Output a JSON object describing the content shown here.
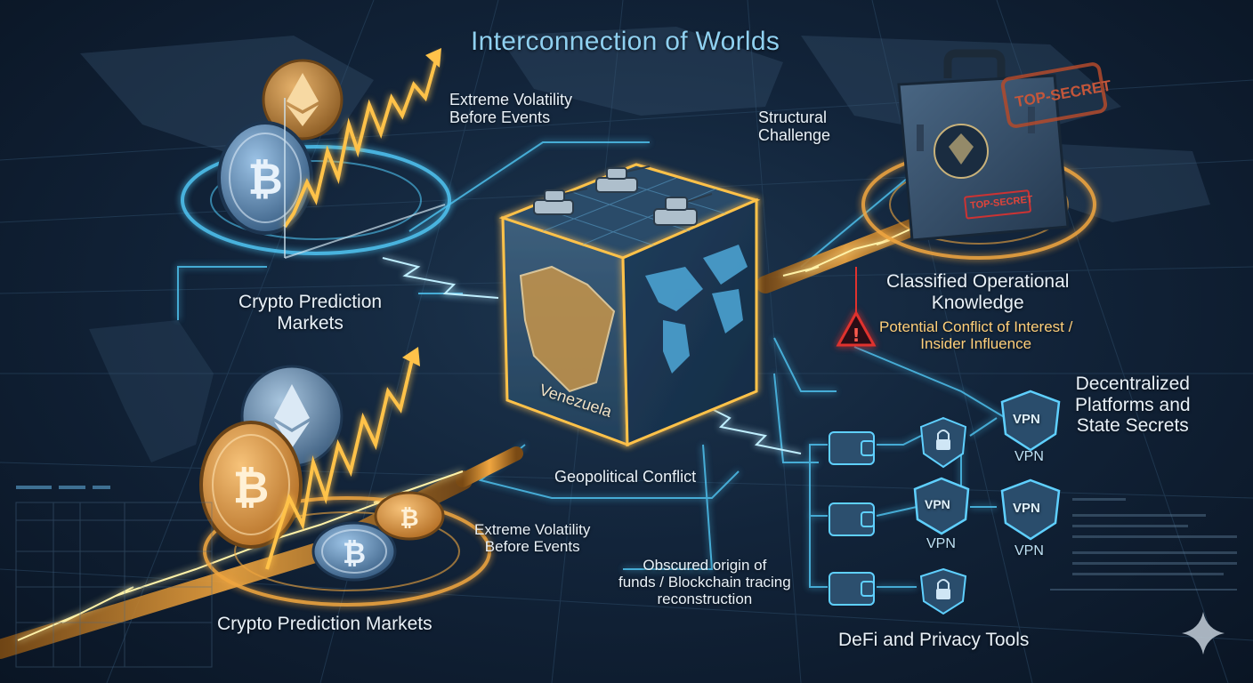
{
  "title": "Interconnection of Worlds",
  "labels": {
    "volatility_top": "Extreme Volatility\nBefore Events",
    "structural": "Structural\nChallenge",
    "crypto_top": "Crypto Prediction\nMarkets",
    "classified": "Classified Operational\nKnowledge",
    "conflict_interest": "Potential Conflict of Interest /\nInsider Influence",
    "decentralized": "Decentralized\nPlatforms and\nState Secrets",
    "venezuela": "Venezuela",
    "geopolitical": "Geopolitical Conflict",
    "volatility_bottom": "Extreme Volatility\nBefore Events",
    "obscured": "Obscured origin of\nfunds / Blockchain tracing\nreconstruction",
    "crypto_bottom": "Crypto Prediction Markets",
    "defi": "DeFi and Privacy Tools",
    "vpn": "VPN",
    "stamp_large": "TOP-SECRET",
    "stamp_small": "TOP-SECRET"
  },
  "icons": {
    "bitcoin": "bitcoin-coin-icon",
    "ethereum": "ethereum-coin-icon",
    "wallet": "wallet-icon",
    "lock": "shield-lock-icon",
    "vpn": "vpn-shield-icon",
    "warning": "warning-triangle-icon",
    "briefcase": "briefcase-icon",
    "tank": "tank-icon",
    "sparkle": "sparkle-icon"
  },
  "colors": {
    "accent_cyan": "#5fd0ff",
    "accent_gold": "#ffb440",
    "warning_red": "#e0322e",
    "title": "#8fd0f0"
  }
}
